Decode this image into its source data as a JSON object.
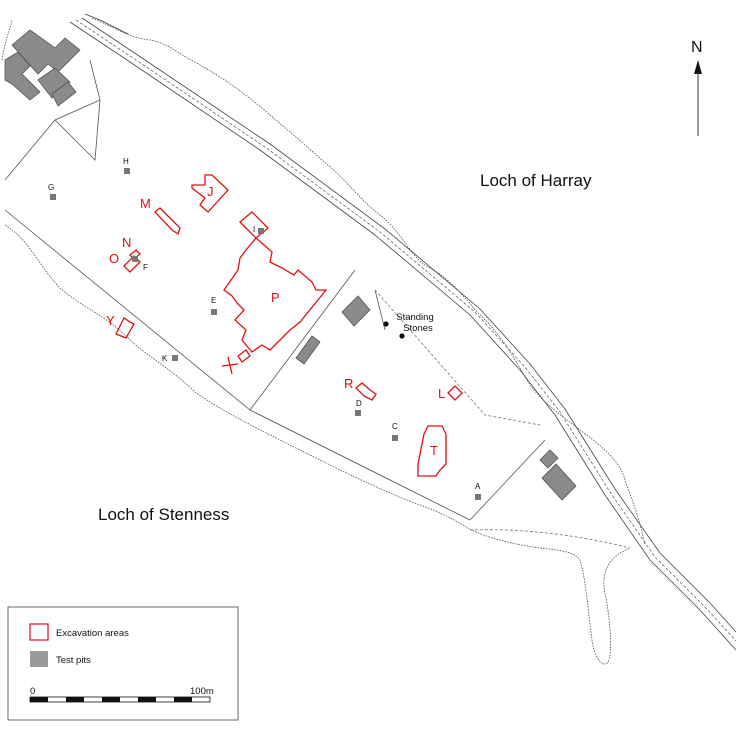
{
  "north_label": "N",
  "lochs": {
    "harray": "Loch of Harray",
    "stenness": "Loch of Stenness"
  },
  "standing_stones": {
    "line1": "Standing",
    "line2": "Stones"
  },
  "excavation_areas": [
    {
      "id": "J",
      "label": "J"
    },
    {
      "id": "M",
      "label": "M"
    },
    {
      "id": "N",
      "label": "N"
    },
    {
      "id": "O",
      "label": "O"
    },
    {
      "id": "P",
      "label": "P"
    },
    {
      "id": "X",
      "label": "X"
    },
    {
      "id": "Y",
      "label": "Y"
    },
    {
      "id": "R",
      "label": "R"
    },
    {
      "id": "L",
      "label": "L"
    },
    {
      "id": "T",
      "label": "T"
    }
  ],
  "test_pits": [
    {
      "id": "H",
      "label": "H"
    },
    {
      "id": "G",
      "label": "G"
    },
    {
      "id": "I",
      "label": "I"
    },
    {
      "id": "F",
      "label": "F"
    },
    {
      "id": "E",
      "label": "E"
    },
    {
      "id": "K",
      "label": "K"
    },
    {
      "id": "D",
      "label": "D"
    },
    {
      "id": "C",
      "label": "C"
    },
    {
      "id": "A",
      "label": "A"
    }
  ],
  "legend": {
    "excavation": "Excavation areas",
    "test_pits": "Test pits",
    "colors": {
      "excavation": "#e01010",
      "test_pits": "#9a9a9a"
    }
  },
  "scale_bar": {
    "start_label": "0",
    "end_label": "100m",
    "segments": 10
  }
}
